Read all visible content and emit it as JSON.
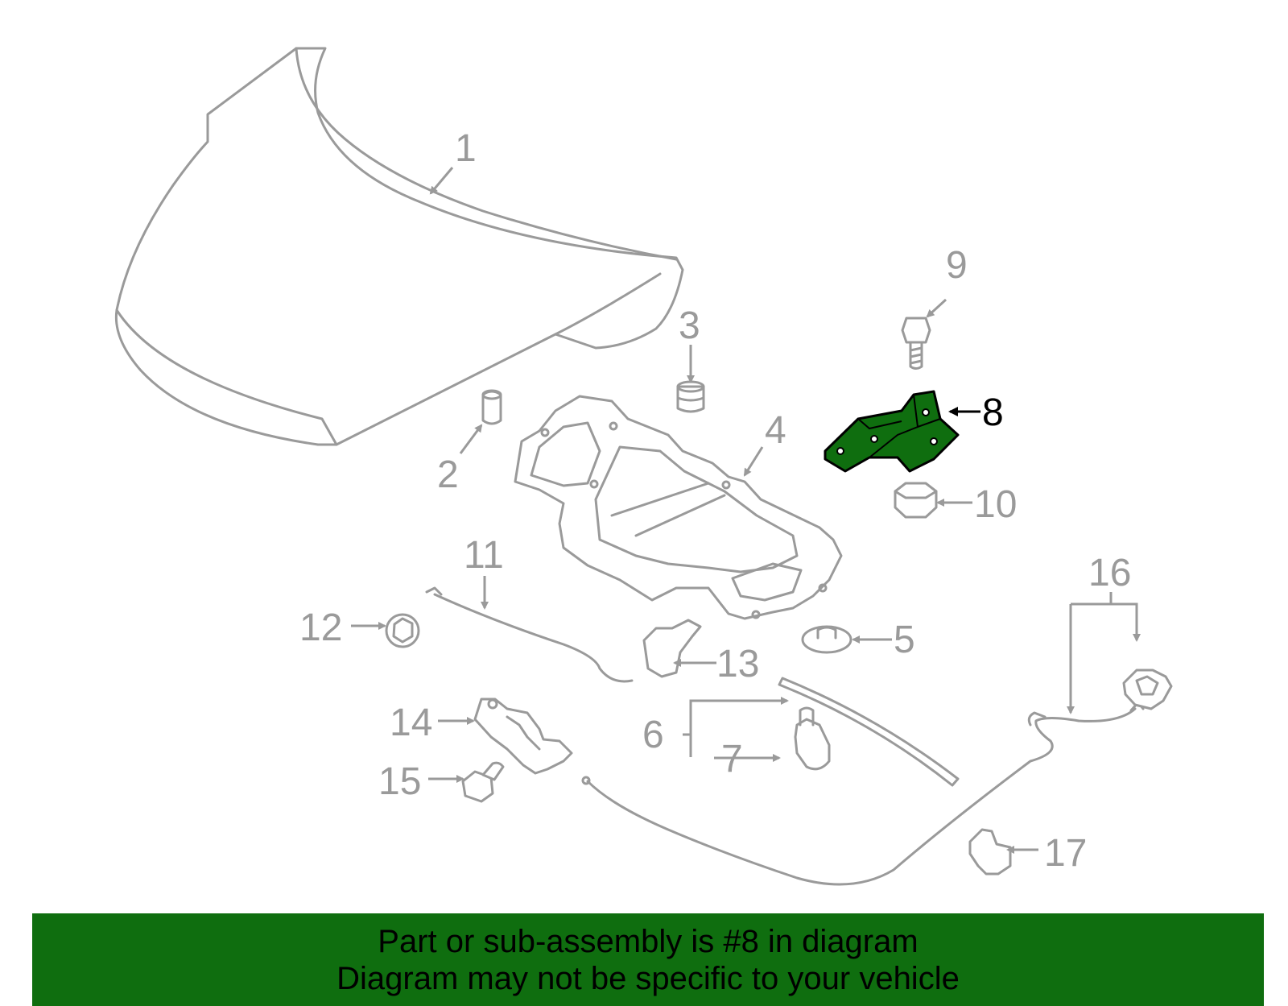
{
  "diagram": {
    "colors": {
      "line": "#9a9a9a",
      "highlight": "#0f6e0f",
      "highlight_label": "#000000",
      "footer_bg": "#0f6e0f"
    },
    "highlighted_part": "8",
    "callouts": {
      "c1": "1",
      "c2": "2",
      "c3": "3",
      "c4": "4",
      "c5": "5",
      "c6": "6",
      "c7": "7",
      "c8": "8",
      "c9": "9",
      "c10": "10",
      "c11": "11",
      "c12": "12",
      "c13": "13",
      "c14": "14",
      "c15": "15",
      "c16": "16",
      "c17": "17"
    }
  },
  "footer": {
    "line1": "Part or sub-assembly is #8 in diagram",
    "line2": "Diagram may not be specific to your vehicle"
  }
}
